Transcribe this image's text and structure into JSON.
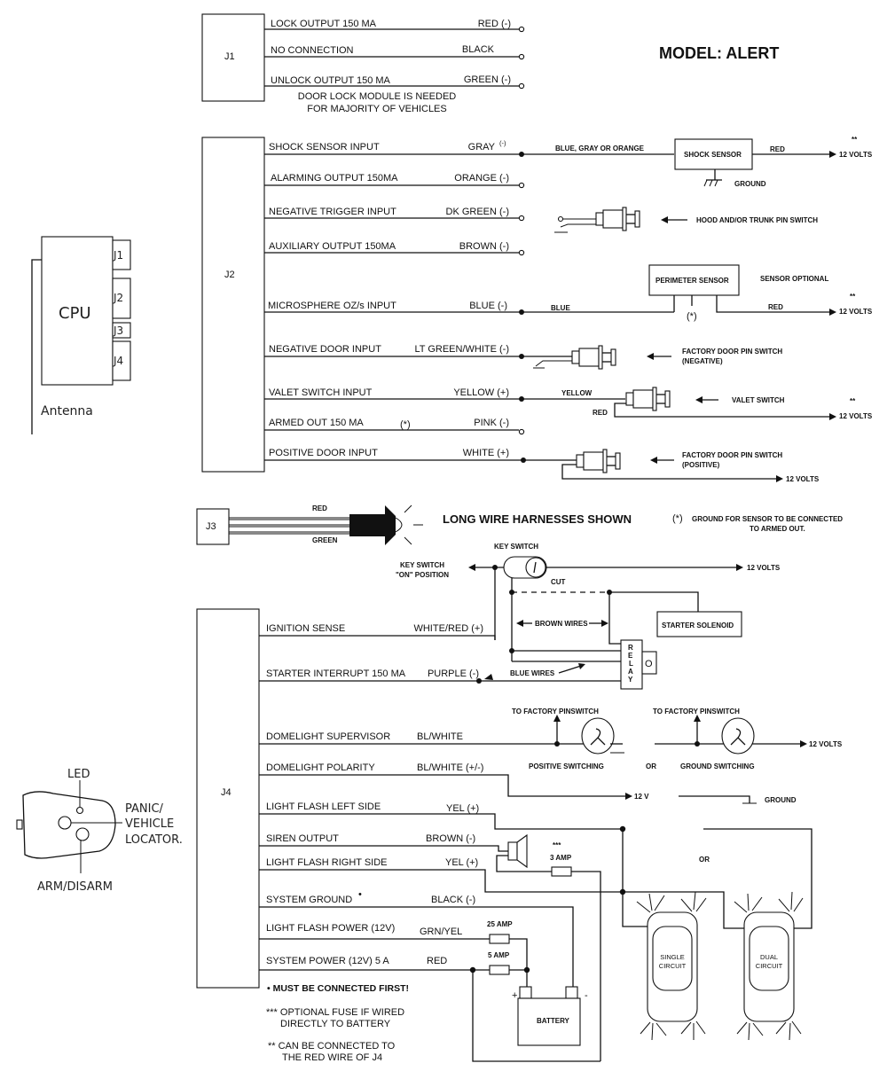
{
  "title": "MODEL: ALERT",
  "cpu": {
    "label": "CPU",
    "ports": [
      "J1",
      "J2",
      "J3",
      "J4"
    ],
    "antenna_label": "Antenna"
  },
  "remote": {
    "led": "LED",
    "panic_1": "PANIC/",
    "panic_2": "VEHICLE",
    "panic_3": "LOCATOR.",
    "arm": "ARM/DISARM"
  },
  "j1": {
    "label": "J1",
    "wires": [
      {
        "name": "LOCK OUTPUT 150 MA",
        "color": "RED (-)"
      },
      {
        "name": "NO CONNECTION",
        "color": "BLACK"
      },
      {
        "name": "UNLOCK OUTPUT 150 MA",
        "color": "GREEN (-)"
      }
    ],
    "note_1": "DOOR LOCK MODULE IS NEEDED",
    "note_2": "FOR MAJORITY OF VEHICLES"
  },
  "j2": {
    "label": "J2",
    "wires": [
      {
        "name": "SHOCK SENSOR INPUT",
        "color": "GRAY",
        "pol": "(-)"
      },
      {
        "name": "ALARMING OUTPUT   150MA",
        "color": "ORANGE (-)"
      },
      {
        "name": "NEGATIVE TRIGGER INPUT",
        "color": "DK GREEN (-)"
      },
      {
        "name": "AUXILIARY OUTPUT   150MA",
        "color": "BROWN (-)"
      },
      {
        "name": "MICROSPHERE OZ/s INPUT",
        "color": "BLUE (-)"
      },
      {
        "name": "NEGATIVE DOOR INPUT",
        "color": "LT GREEN/WHITE (-)"
      },
      {
        "name": "VALET SWITCH INPUT",
        "color": "YELLOW (+)"
      },
      {
        "name": "ARMED OUT   150 MA",
        "color": "PINK (-)",
        "mark": "(*)"
      },
      {
        "name": "POSITIVE DOOR INPUT",
        "color": "WHITE (+)"
      }
    ],
    "shock": {
      "wire_label": "BLUE, GRAY OR ORANGE",
      "box": "SHOCK SENSOR",
      "out": "RED",
      "volts": "12 VOLTS",
      "stars": "**",
      "ground": "GROUND"
    },
    "hood": "HOOD AND/OR TRUNK PIN SWITCH",
    "perimeter": {
      "box": "PERIMETER SENSOR",
      "optional": "SENSOR OPTIONAL",
      "in": "BLUE",
      "out": "RED",
      "mark": "(*)",
      "volts": "12 VOLTS",
      "stars": "**"
    },
    "neg_door_1": "FACTORY DOOR PIN SWITCH",
    "neg_door_2": "(NEGATIVE)",
    "valet": {
      "in": "YELLOW",
      "out": "RED",
      "label": "VALET SWITCH",
      "volts": "12 VOLTS",
      "stars": "**"
    },
    "pos_door_1": "FACTORY DOOR PIN SWITCH",
    "pos_door_2": "(POSITIVE)",
    "pos_volts": "12 VOLTS"
  },
  "j3": {
    "label": "J3",
    "red": "RED",
    "green": "GREEN"
  },
  "notes": {
    "harness": "LONG WIRE HARNESSES SHOWN",
    "ground_mark": "(*)",
    "ground_1": "GROUND FOR SENSOR TO BE CONNECTED",
    "ground_2": "TO ARMED OUT.",
    "first": "• MUST BE CONNECTED FIRST!",
    "fuse_1": "*** OPTIONAL FUSE IF WIRED",
    "fuse_2": "DIRECTLY TO BATTERY",
    "red_1": "** CAN BE CONNECTED TO",
    "red_2": "THE RED WIRE OF J4"
  },
  "key": {
    "title": "KEY SWITCH",
    "on_1": "KEY SWITCH",
    "on_2": "\"ON\" POSITION",
    "volts": "12 VOLTS",
    "cut": "CUT",
    "brown": "BROWN WIRES",
    "blue": "BLUE WIRES",
    "solenoid": "STARTER SOLENOID",
    "relay": [
      "R",
      "E",
      "L",
      "A",
      "Y"
    ]
  },
  "j4": {
    "label": "J4",
    "wires": [
      {
        "name": "IGNITION SENSE",
        "color": "WHITE/RED  (+)"
      },
      {
        "name": "STARTER INTERRUPT  150 MA",
        "color": "PURPLE (-)"
      },
      {
        "name": "DOMELIGHT SUPERVISOR",
        "color": "BL/WHITE"
      },
      {
        "name": "DOMELIGHT POLARITY",
        "color": "BL/WHITE  (+/-)"
      },
      {
        "name": "LIGHT FLASH LEFT SIDE",
        "color": "YEL  (+)"
      },
      {
        "name": "SIREN OUTPUT",
        "color": "BROWN  (-)"
      },
      {
        "name": "LIGHT FLASH RIGHT SIDE",
        "color": "YEL  (+)"
      },
      {
        "name": "SYSTEM GROUND",
        "color": "BLACK  (-)",
        "mark": "•"
      },
      {
        "name": "LIGHT FLASH POWER (12V)",
        "color": "GRN/YEL"
      },
      {
        "name": "SYSTEM POWER (12V) 5 A",
        "color": "RED"
      }
    ],
    "dome": {
      "to_factory": "TO FACTORY PINSWITCH",
      "pos": "POSITIVE SWITCHING",
      "gnd": "GROUND SWITCHING",
      "or": "OR",
      "volts": "12 VOLTS",
      "v12": "12 V",
      "ground": "GROUND"
    },
    "fuse3": "3 AMP",
    "fuse3_stars": "***",
    "fuse25": "25 AMP",
    "fuse5": "5 AMP",
    "battery": "BATTERY",
    "plus": "+",
    "minus": "-",
    "lights_or": "OR",
    "single_1": "SINGLE",
    "single_2": "CIRCUIT",
    "dual_1": "DUAL",
    "dual_2": "CIRCUIT"
  }
}
